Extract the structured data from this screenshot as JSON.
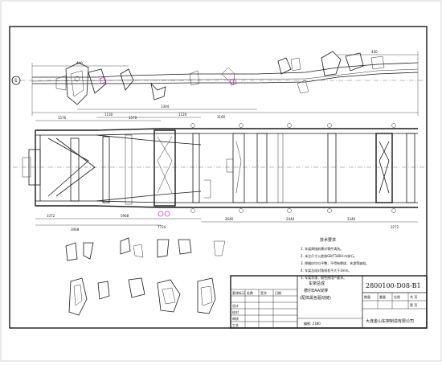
{
  "drawing": {
    "drawing_number": "2800100-D08-B1",
    "title_lines": [
      "车架总成",
      "德尔EAA双排",
      "(配体黑色驱动链)"
    ],
    "company": "大连金山车架制造有限公司",
    "scale_label": "编制: 2380",
    "markers": {
      "left_circle": "1"
    }
  },
  "title_block": {
    "header_cells": [
      "更改标记",
      "处数",
      "签字",
      "日期"
    ],
    "row_labels": [
      "设计",
      "校对",
      "审核",
      "工艺"
    ],
    "right_header_cells": [
      "数量",
      "重量",
      "比例",
      "共 页"
    ],
    "right_sub_cells": [
      "第 页"
    ]
  },
  "notes": {
    "heading": "技术要求",
    "items": [
      "1. 车架焊接前需对零件清洗。",
      "2. 未注尺寸公差按GB/T1804-m执行。",
      "3. 焊缝应均匀平整，不得有裂纹、夹渣等缺陷。",
      "4. 车架总成对角线差不大于3mm。",
      "5. 车架涂漆，颜色按用户要求。"
    ]
  },
  "dimensions": {
    "side_view": [
      "440",
      "1304",
      "440",
      "3160"
    ],
    "plan_top": [
      "1576",
      "1130",
      "1570",
      "1120"
    ],
    "plan_bottom": [
      "3372",
      "3068",
      "5968",
      "7724",
      "2646",
      "2446",
      "3346",
      "3272"
    ]
  }
}
